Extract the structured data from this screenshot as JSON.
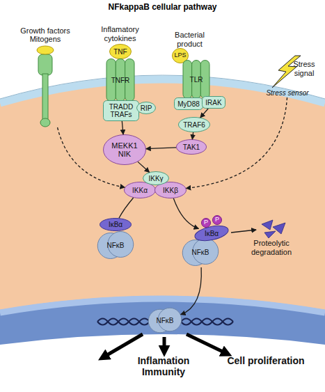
{
  "diagram": {
    "title": "NFkappaB cellular pathway",
    "nodes": [
      {
        "text": [
          "Growth factors Mitogens"
        ]
      },
      {
        "text": [
          "TNF"
        ]
      },
      {
        "text": [
          "TNFR"
        ]
      },
      {
        "text": [
          "TRADD",
          "TRAFs"
        ]
      },
      {
        "text": [
          "RIP"
        ]
      },
      {
        "text": [
          "LPS"
        ]
      },
      {
        "text": [
          "TLR"
        ]
      },
      {
        "text": [
          "MyD88"
        ]
      },
      {
        "text": [
          "IRAK"
        ]
      },
      {
        "text": [
          "Stress sensor"
        ]
      },
      {
        "text": [
          "TRAF6"
        ]
      },
      {
        "text": [
          "MEKK1 NIK"
        ]
      },
      {
        "text": [
          "TAK1"
        ]
      },
      {
        "text": [
          "IKKγ"
        ]
      },
      {
        "text": [
          "IKKα"
        ]
      },
      {
        "text": [
          "IKKβ"
        ]
      },
      {
        "text": [
          "IκBα"
        ]
      },
      {
        "text": [
          "NFκB"
        ]
      },
      {
        "text": [
          "P"
        ]
      },
      {
        "text": [
          "P"
        ]
      },
      {
        "text": [
          "IκBα"
        ]
      },
      {
        "text": [
          "NFκB"
        ]
      },
      {
        "text": [
          "NFκB"
        ]
      }
    ],
    "edges": [
      {
        "from": 0,
        "to": 14,
        "arrow": "to"
      },
      {
        "from": 3,
        "to": 11,
        "arrow": "to"
      },
      {
        "from": 8,
        "to": 10,
        "arrow": "to"
      },
      {
        "from": 10,
        "to": 12,
        "arrow": "to"
      },
      {
        "from": 12,
        "to": 11,
        "arrow": "to"
      },
      {
        "from": 9,
        "to": 15,
        "arrow": "to"
      },
      {
        "from": 11,
        "to": 13,
        "arrow": "to"
      },
      {
        "from": 14,
        "to": 16,
        "arrow": "none"
      },
      {
        "from": 15,
        "to": 20,
        "arrow": "to"
      },
      {
        "from": 21,
        "to": 22,
        "arrow": "to"
      }
    ],
    "labels": [
      "Inflamatory cytokines",
      "Bacterial product",
      "Stress signal",
      "Proteolytic degradation",
      "Inflamation Immunity",
      "Cell proliferation"
    ]
  }
}
